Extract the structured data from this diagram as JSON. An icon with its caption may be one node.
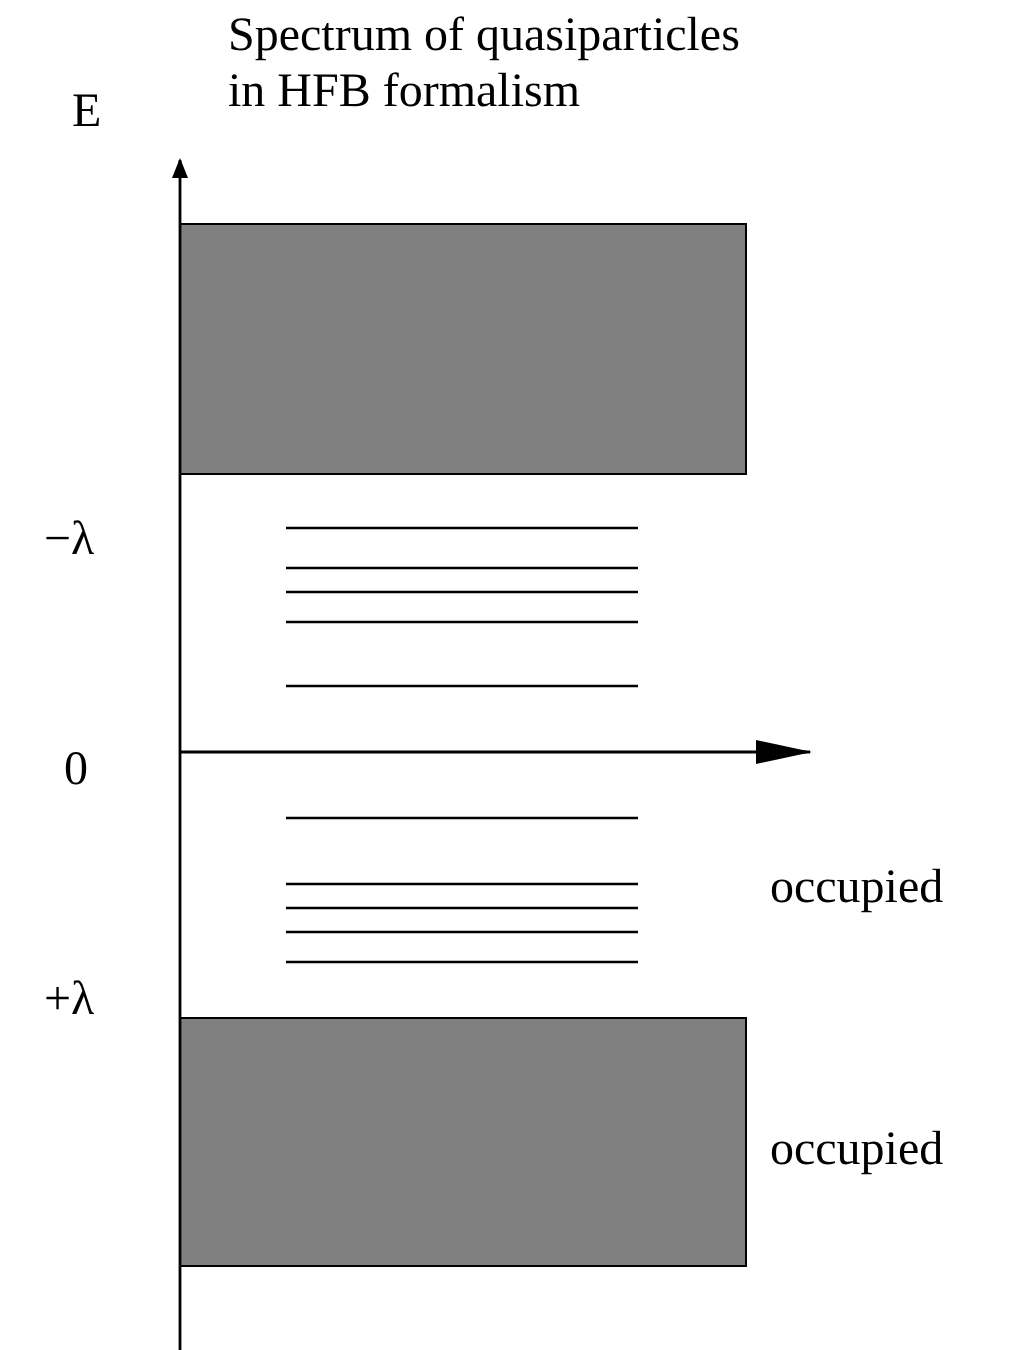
{
  "diagram": {
    "title": "Spectrum of quasiparticles in HFB formalism",
    "nodes": [
      {
        "text": [],
        "shape": "box"
      },
      {
        "text": [],
        "shape": "box"
      }
    ],
    "labels": [
      "E",
      "−λ",
      "0",
      "+λ",
      "occupied",
      "occupied"
    ]
  }
}
